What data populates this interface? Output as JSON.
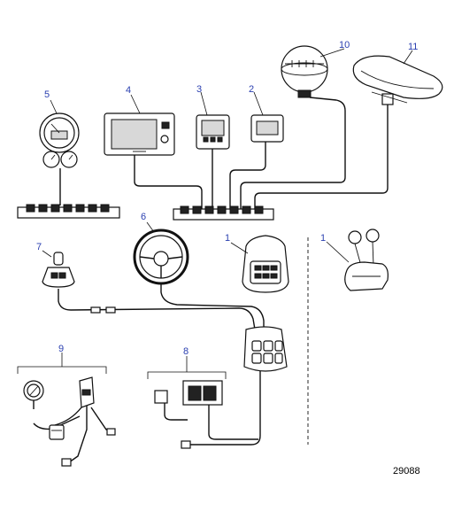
{
  "callouts": {
    "c1a": "1",
    "c1b": "1",
    "c2": "2",
    "c3": "3",
    "c4": "4",
    "c5": "5",
    "c6": "6",
    "c7": "7",
    "c8": "8",
    "c9": "9",
    "c10": "10",
    "c11": "11"
  },
  "reference_number": "29088"
}
